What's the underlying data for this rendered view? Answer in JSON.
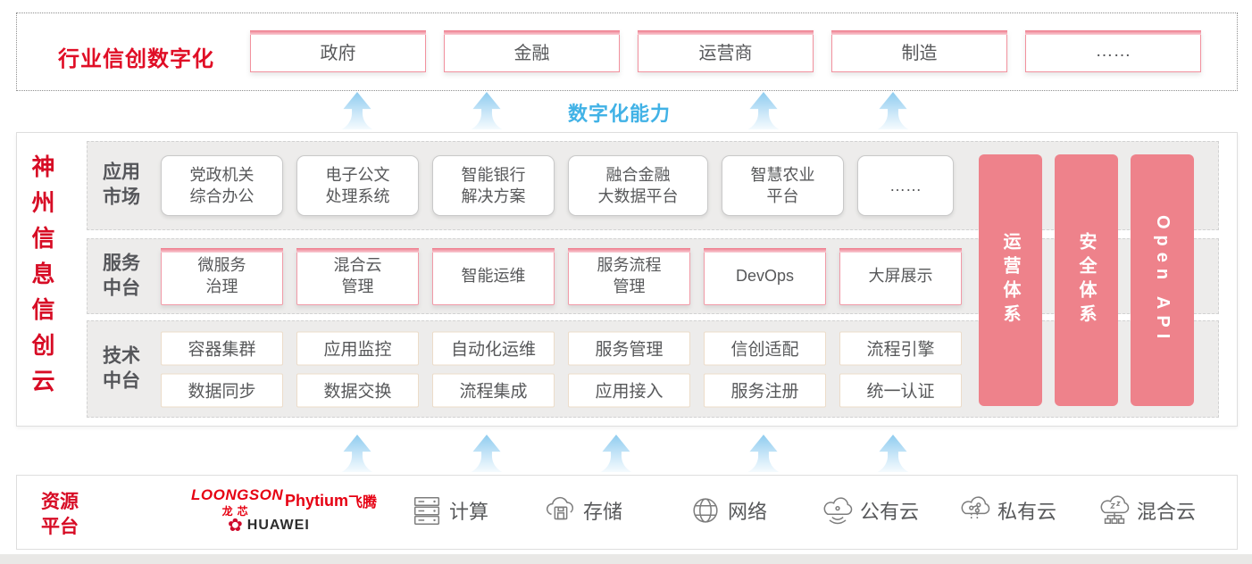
{
  "top_band": {
    "label": "行业信创数字化",
    "industries": [
      "政府",
      "金融",
      "运营商",
      "制造",
      "……"
    ]
  },
  "capability": {
    "label": "数字化能力"
  },
  "main": {
    "title": "神州信息信创云",
    "app_row": {
      "label": "应用\n市场",
      "items": [
        "党政机关\n综合办公",
        "电子公文\n处理系统",
        "智能银行\n解决方案",
        "融合金融\n大数据平台",
        "智慧农业\n平台",
        "……"
      ]
    },
    "service_row": {
      "label": "服务\n中台",
      "items": [
        "微服务\n治理",
        "混合云\n管理",
        "智能运维",
        "服务流程\n管理",
        "DevOps",
        "大屏展示"
      ]
    },
    "tech_row": {
      "label": "技术\n中台",
      "items_top": [
        "容器集群",
        "应用监控",
        "自动化运维",
        "服务管理",
        "信创适配",
        "流程引擎"
      ],
      "items_bottom": [
        "数据同步",
        "数据交换",
        "流程集成",
        "应用接入",
        "服务注册",
        "统一认证"
      ]
    },
    "pillars": [
      "运营体系",
      "安全体系",
      "Open API"
    ]
  },
  "resource": {
    "label": "资源\n平台",
    "vendors": {
      "loongson": "LOONGSON",
      "loongson_cn": "龙芯",
      "phytium": "Phytium",
      "phytium_cn": "飞腾",
      "huawei": "HUAWEI"
    },
    "items": [
      "计算",
      "存储",
      "网络",
      "公有云",
      "私有云",
      "混合云"
    ]
  },
  "colors": {
    "brand_red": "#d70c25",
    "pillar_pink": "#ee828b",
    "accent_blue": "#41b2e6",
    "box_border_pink": "#f19aa7"
  }
}
